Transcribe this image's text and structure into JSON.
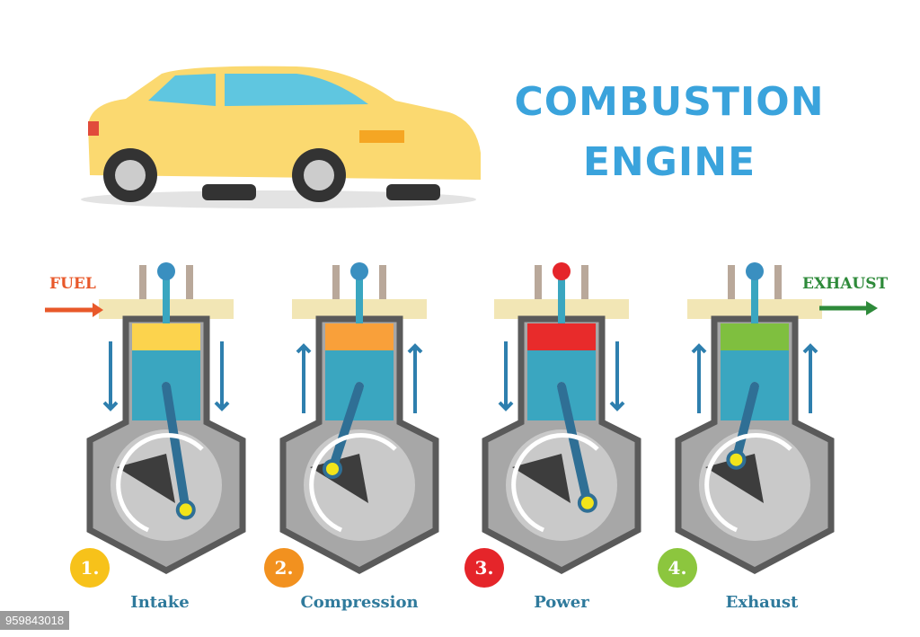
{
  "title": {
    "line1": "COMBUSTION",
    "line2": "ENGINE"
  },
  "flow_labels": {
    "fuel": "FUEL",
    "exhaust": "EXHAUST"
  },
  "stages": [
    {
      "number": "1.",
      "label": "Intake",
      "color": "#f7c21a",
      "gas": "#fcd34d"
    },
    {
      "number": "2.",
      "label": "Compression",
      "color": "#f2911f",
      "gas": "#f9a03a"
    },
    {
      "number": "3.",
      "label": "Power",
      "color": "#e5252a",
      "gas": "#e82b2b"
    },
    {
      "number": "4.",
      "label": "Exhaust",
      "color": "#8cc63e",
      "gas": "#7fbf3f"
    }
  ],
  "image_id": "959843018",
  "colors": {
    "car": "#fbd970",
    "piston": "#3aa6c0",
    "rod": "#2f6f95",
    "arrow": "#2e7fae",
    "casing": "#5a5a5a",
    "head": "#f2e6b5"
  }
}
